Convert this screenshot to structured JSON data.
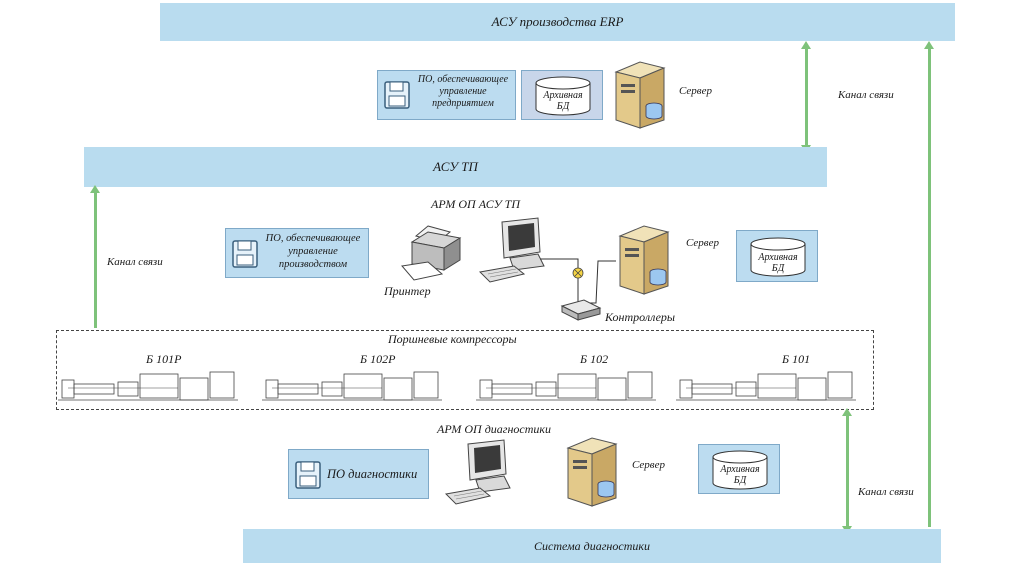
{
  "bands": {
    "erp": "АСУ  производства ERP",
    "asutp": "АСУ  ТП",
    "diag": "Система  диагностики"
  },
  "channels": {
    "left": "Канал связи",
    "right_top": "Канал связи",
    "right_bottom": "Канал связи"
  },
  "erp_section": {
    "software": "ПО, обеспечивающее управление предприятием",
    "archive_db": "Архивная БД",
    "server": "Сервер"
  },
  "asutp_section": {
    "title": "АРМ  ОП  АСУ  ТП",
    "software": "ПО, обеспечивающее управление производством",
    "printer": "Принтер",
    "server": "Сервер",
    "archive_db": "Архивная БД",
    "controllers": "Контроллеры"
  },
  "compressors": {
    "title": "Поршневые компрессоры",
    "items": [
      "Б 101Р",
      "Б 102Р",
      "Б 102",
      "Б 101"
    ]
  },
  "diag_section": {
    "title": "АРМ  ОП  диагностики",
    "software": "ПО  диагностики",
    "server": "Сервер",
    "archive_db": "Архивная БД"
  },
  "colors": {
    "band": "#b9dcef",
    "arrow": "#7ec27a"
  }
}
